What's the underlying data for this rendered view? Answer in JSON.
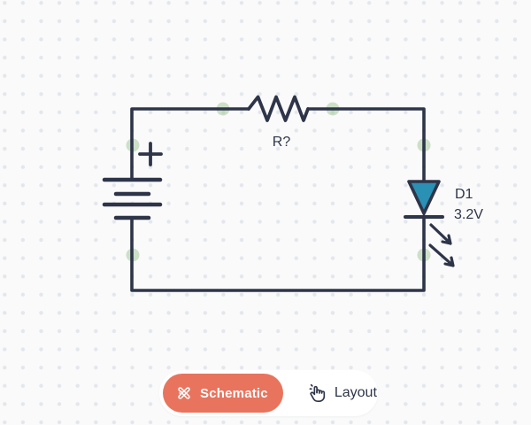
{
  "app": {
    "name": "circuit-editor",
    "background_color": "#fafafa",
    "grid_dot_color": "#e3e7ed"
  },
  "palette": {
    "wire_color": "#2e3549",
    "led_fill": "#2a90b4",
    "connection_node_color": "#8dbd80",
    "accent_coral": "#e8745e",
    "toolbar_bg": "#ffffff",
    "text_dark": "#2e3549",
    "button_text_light": "#ffffff"
  },
  "circuit": {
    "battery": {
      "polarity_label": "+"
    },
    "resistor": {
      "label": "R?"
    },
    "led": {
      "designator": "D1",
      "voltage": "3.2V"
    }
  },
  "toolbar": {
    "schematic": {
      "label": "Schematic",
      "icon": "design-tools-icon"
    },
    "layout": {
      "label": "Layout",
      "icon": "hand-pointer-icon"
    }
  }
}
